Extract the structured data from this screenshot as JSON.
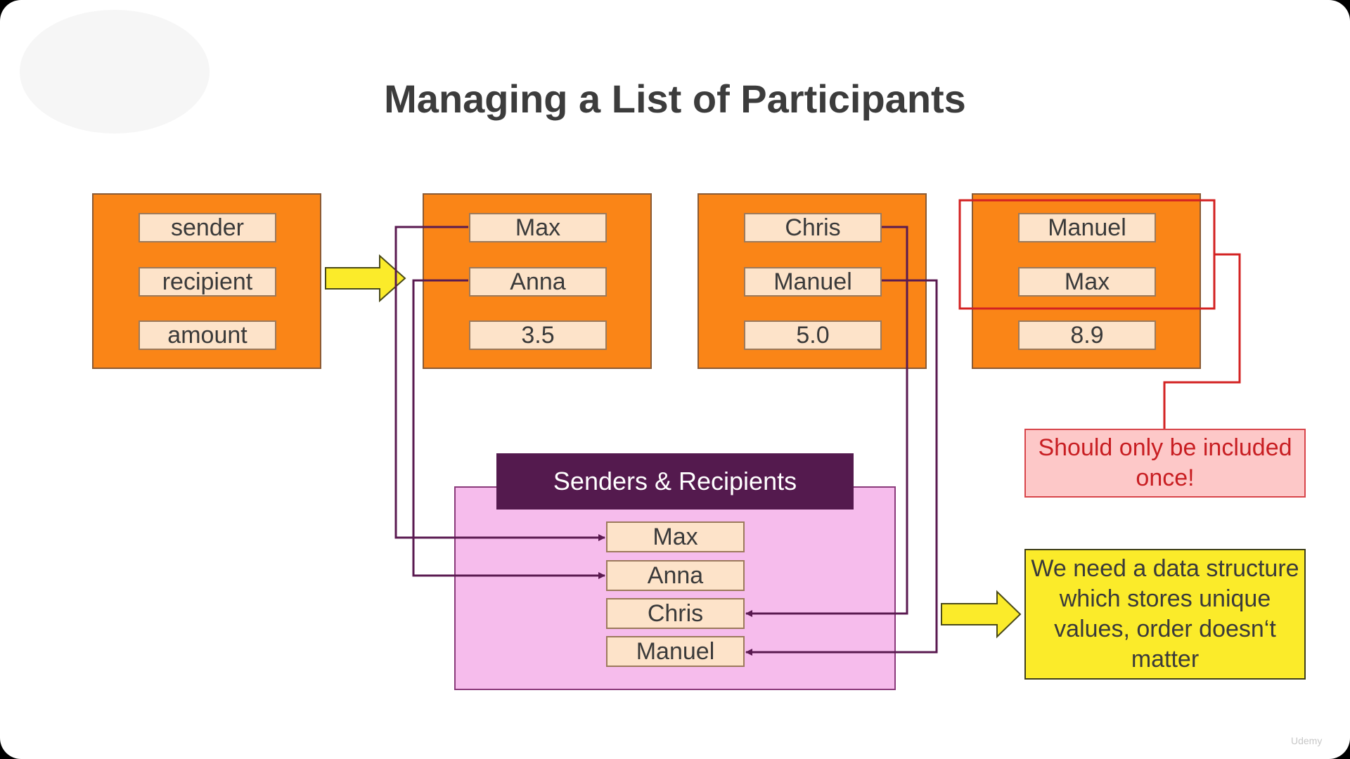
{
  "title": "Managing a List of Participants",
  "schema_record": {
    "fields": [
      "sender",
      "recipient",
      "amount"
    ]
  },
  "transactions": [
    {
      "sender": "Max",
      "recipient": "Anna",
      "amount": "3.5"
    },
    {
      "sender": "Chris",
      "recipient": "Manuel",
      "amount": "5.0"
    },
    {
      "sender": "Manuel",
      "recipient": "Max",
      "amount": "8.9"
    }
  ],
  "participants_set": {
    "header": "Senders & Recipients",
    "items": [
      "Max",
      "Anna",
      "Chris",
      "Manuel"
    ]
  },
  "notes": {
    "duplicate": "Should only be included once!",
    "requirement": "We need a data structure which stores unique values, order doesn‘t matter"
  },
  "watermark": "Udemy",
  "colors": {
    "record_bg": "#fa8517",
    "field_bg": "#fde3c9",
    "set_header_bg": "#541a4e",
    "set_panel_bg": "#f6bcec",
    "connector": "#5a1a50",
    "highlight": "#d32222",
    "arrow_fill": "#fbeb2a"
  }
}
